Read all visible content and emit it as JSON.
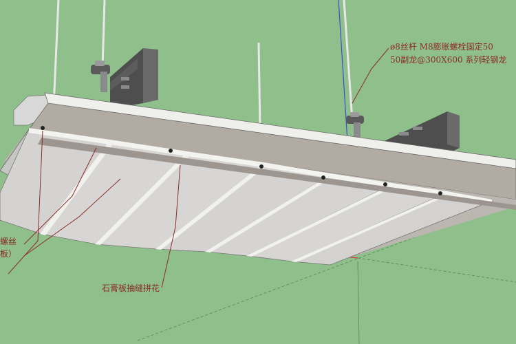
{
  "labels": {
    "rod_label": "ø8丝杆 M8膨胀螺栓固定50",
    "keel_label": "50副龙@300X600 系列轻钢龙",
    "left_label_1": "螺丝",
    "left_label_2": "板）",
    "joint_label": "石膏板抽缝拼花"
  },
  "colors": {
    "background": "#8fbf8a",
    "board_face": "#b2aba4",
    "board_edge": "#f2f2ef",
    "soffit_strip": "#c9c7c5",
    "steel_channel": "#4e4e4e",
    "annotation": "#8b2a2a"
  }
}
